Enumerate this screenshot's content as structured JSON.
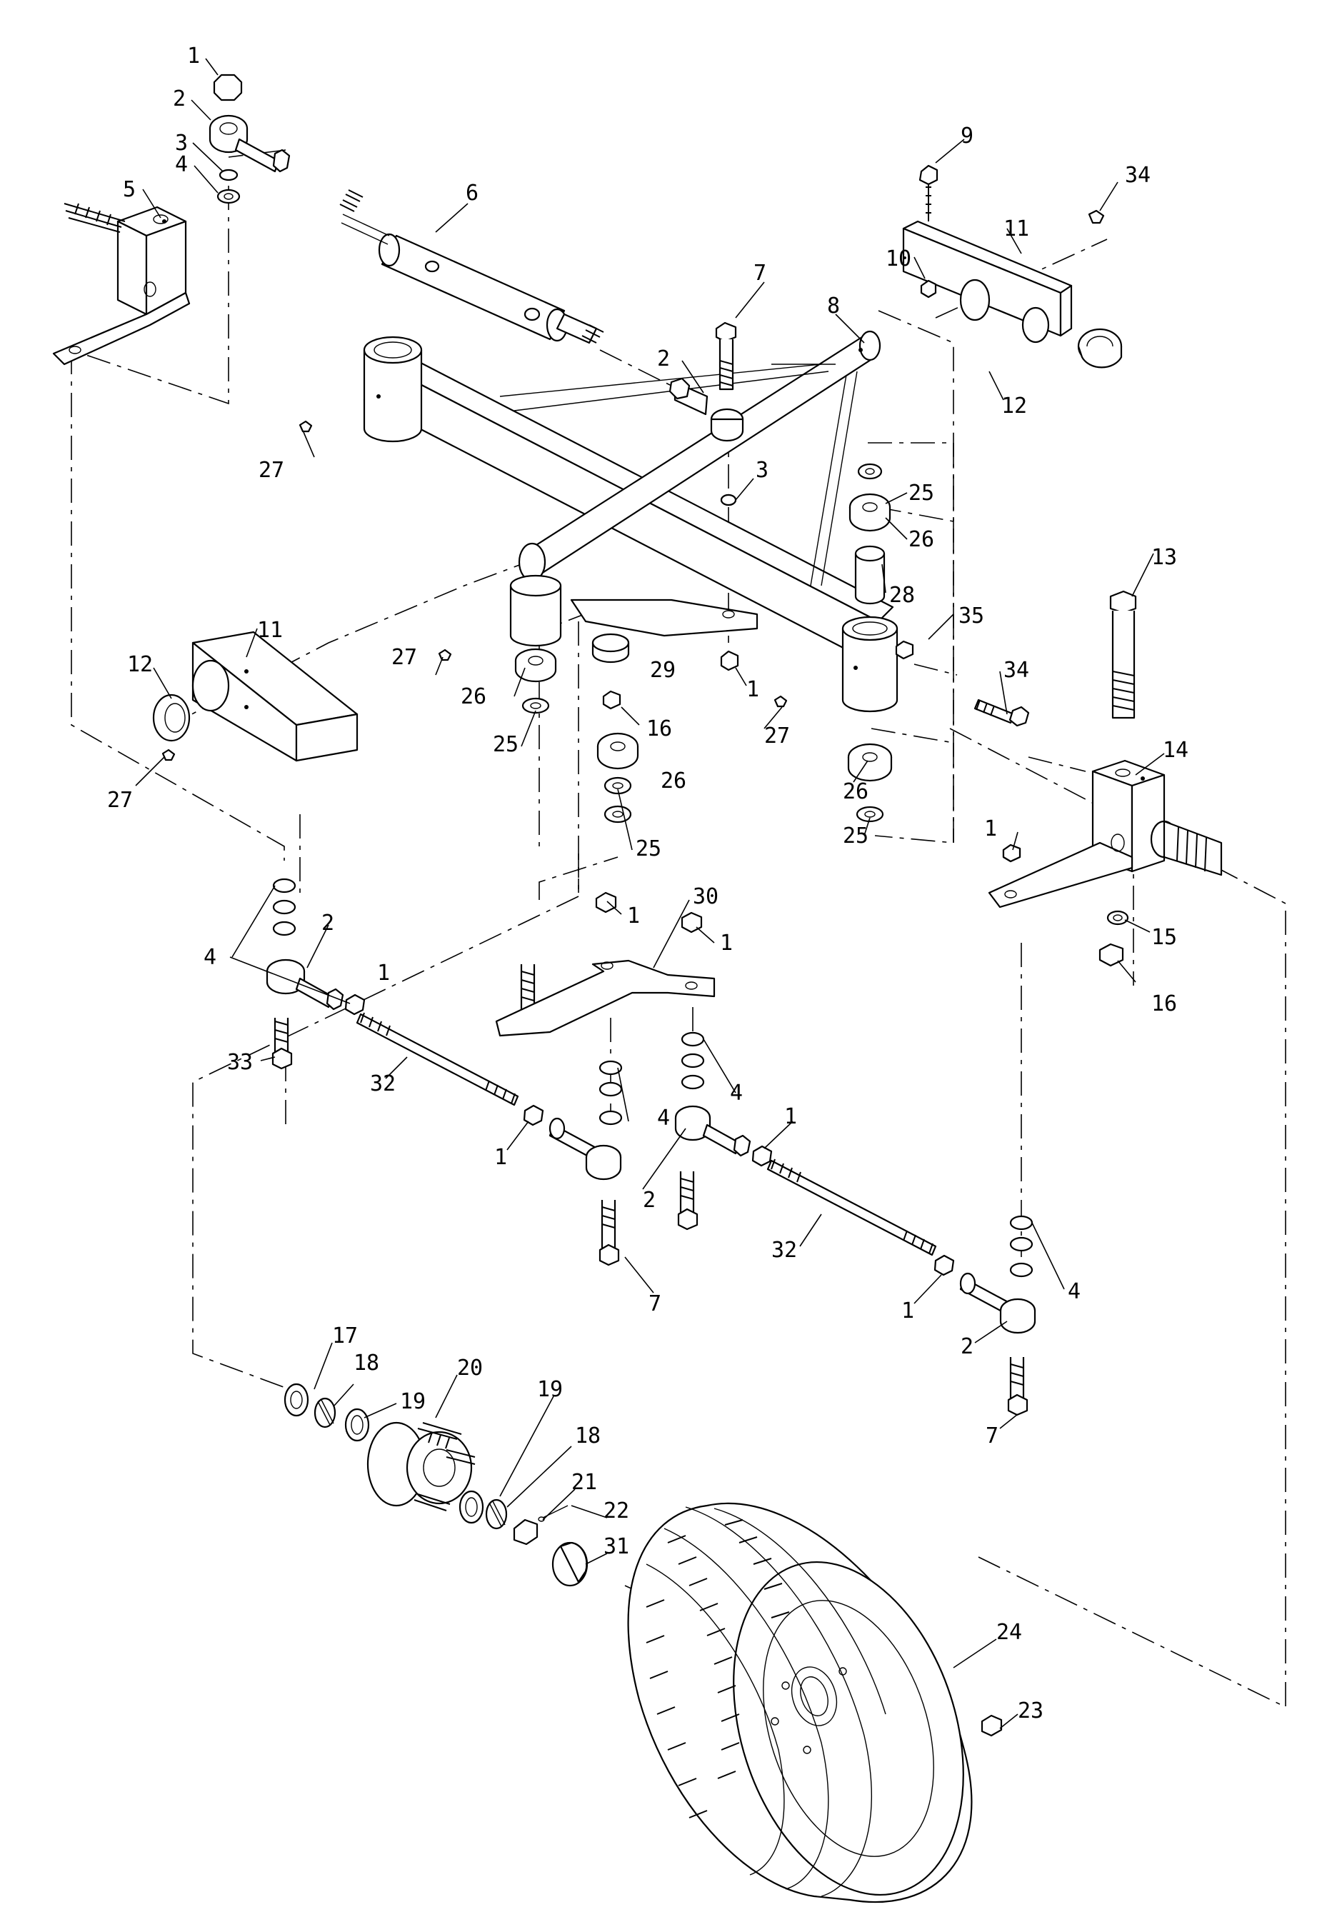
{
  "diagram": {
    "callouts": [
      {
        "id": "c1a",
        "text": "1"
      },
      {
        "id": "c2a",
        "text": "2"
      },
      {
        "id": "c3a",
        "text": "3"
      },
      {
        "id": "c4a",
        "text": "4"
      },
      {
        "id": "c5",
        "text": "5"
      },
      {
        "id": "c6",
        "text": "6"
      },
      {
        "id": "c7a",
        "text": "7"
      },
      {
        "id": "c2b",
        "text": "2"
      },
      {
        "id": "c8",
        "text": "8"
      },
      {
        "id": "c9",
        "text": "9"
      },
      {
        "id": "c34a",
        "text": "34"
      },
      {
        "id": "c11a",
        "text": "11"
      },
      {
        "id": "c10",
        "text": "10"
      },
      {
        "id": "c12a",
        "text": "12"
      },
      {
        "id": "c27a",
        "text": "27"
      },
      {
        "id": "c3b",
        "text": "3"
      },
      {
        "id": "c25a",
        "text": "25"
      },
      {
        "id": "c26a",
        "text": "26"
      },
      {
        "id": "c28",
        "text": "28"
      },
      {
        "id": "c13",
        "text": "13"
      },
      {
        "id": "c35",
        "text": "35"
      },
      {
        "id": "c11b",
        "text": "11"
      },
      {
        "id": "c29",
        "text": "29"
      },
      {
        "id": "c1b",
        "text": "1"
      },
      {
        "id": "c27b",
        "text": "27"
      },
      {
        "id": "c34b",
        "text": "34"
      },
      {
        "id": "c12b",
        "text": "12"
      },
      {
        "id": "c26b",
        "text": "26"
      },
      {
        "id": "c16a",
        "text": "16"
      },
      {
        "id": "c27c",
        "text": "27"
      },
      {
        "id": "c25b",
        "text": "25"
      },
      {
        "id": "c26c",
        "text": "26"
      },
      {
        "id": "c14",
        "text": "14"
      },
      {
        "id": "c27d",
        "text": "27"
      },
      {
        "id": "c26d",
        "text": "26"
      },
      {
        "id": "c25c",
        "text": "25"
      },
      {
        "id": "c25d",
        "text": "25"
      },
      {
        "id": "c1c",
        "text": "1"
      },
      {
        "id": "c30",
        "text": "30"
      },
      {
        "id": "c2c",
        "text": "2"
      },
      {
        "id": "c1d",
        "text": "1"
      },
      {
        "id": "c1e",
        "text": "1"
      },
      {
        "id": "c15",
        "text": "15"
      },
      {
        "id": "c4b",
        "text": "4"
      },
      {
        "id": "c1f",
        "text": "1"
      },
      {
        "id": "c16b",
        "text": "16"
      },
      {
        "id": "c33",
        "text": "33"
      },
      {
        "id": "c32a",
        "text": "32"
      },
      {
        "id": "c4c",
        "text": "4"
      },
      {
        "id": "c4d",
        "text": "4"
      },
      {
        "id": "c1g",
        "text": "1"
      },
      {
        "id": "c1h",
        "text": "1"
      },
      {
        "id": "c2d",
        "text": "2"
      },
      {
        "id": "c32b",
        "text": "32"
      },
      {
        "id": "c4e",
        "text": "4"
      },
      {
        "id": "c7b",
        "text": "7"
      },
      {
        "id": "c1i",
        "text": "1"
      },
      {
        "id": "c2e",
        "text": "2"
      },
      {
        "id": "c17",
        "text": "17"
      },
      {
        "id": "c20",
        "text": "20"
      },
      {
        "id": "c19a",
        "text": "19"
      },
      {
        "id": "c18a",
        "text": "18"
      },
      {
        "id": "c19b",
        "text": "19"
      },
      {
        "id": "c18b",
        "text": "18"
      },
      {
        "id": "c7c",
        "text": "7"
      },
      {
        "id": "c21",
        "text": "21"
      },
      {
        "id": "c22",
        "text": "22"
      },
      {
        "id": "c31",
        "text": "31"
      },
      {
        "id": "c24",
        "text": "24"
      },
      {
        "id": "c23",
        "text": "23"
      }
    ]
  }
}
